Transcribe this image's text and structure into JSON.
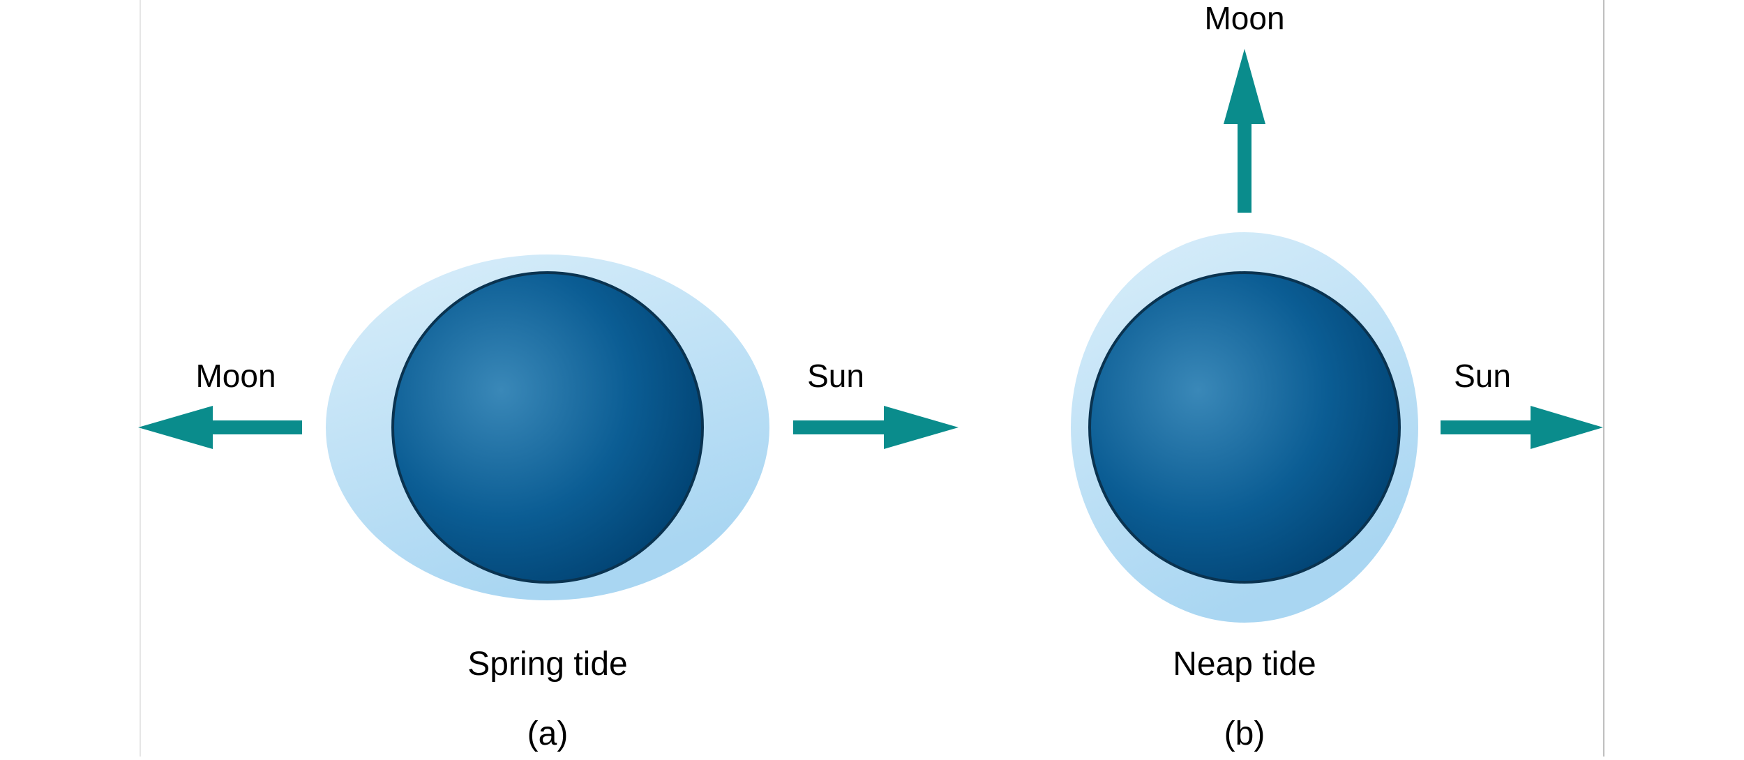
{
  "panel_a": {
    "direction_left": "Moon",
    "direction_right": "Sun",
    "title": "Spring tide",
    "letter": "(a)"
  },
  "panel_b": {
    "direction_up": "Moon",
    "direction_right": "Sun",
    "title": "Neap tide",
    "letter": "(b)"
  },
  "colors": {
    "arrow": "#0a8c8c",
    "earth_light": "#3a88b8",
    "earth_dark": "#003f6e",
    "earth_outline": "#0a3350",
    "ocean_bulge_light": "#d9eefa",
    "ocean_bulge_dark": "#a9d6f2",
    "frame_line": "#bfbfbf"
  },
  "icons": {
    "moon_arrow_a": "arrow-left-icon",
    "sun_arrow_a": "arrow-right-icon",
    "moon_arrow_b": "arrow-up-icon",
    "sun_arrow_b": "arrow-right-icon"
  }
}
